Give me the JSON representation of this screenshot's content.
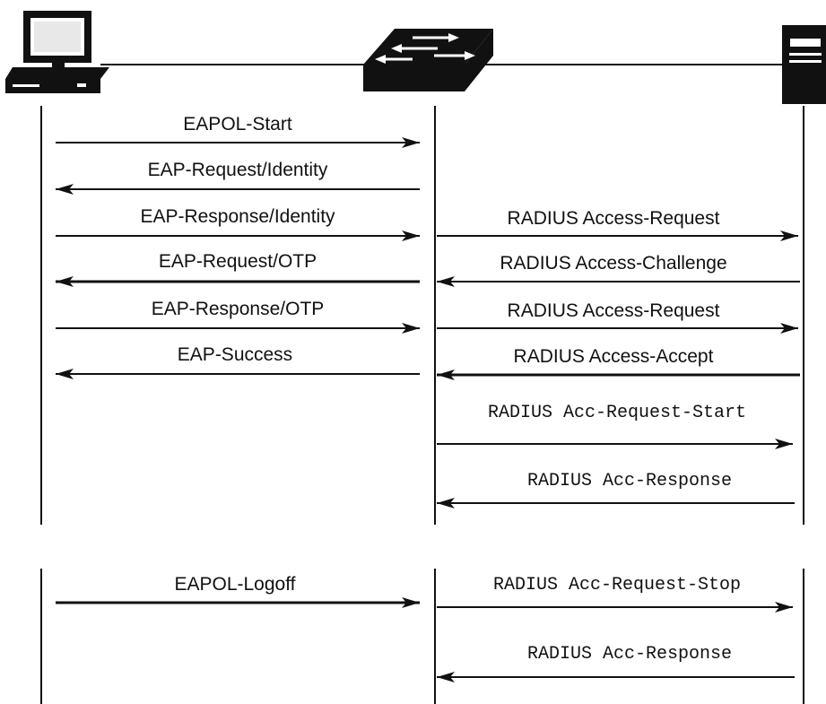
{
  "messages": [
    {
      "id": "eapol-start",
      "label": "EAPOL-Start",
      "from": "supplicant",
      "to": "authenticator",
      "font": "sans"
    },
    {
      "id": "eap-request-identity",
      "label": "EAP-Request/Identity",
      "from": "authenticator",
      "to": "supplicant",
      "font": "sans"
    },
    {
      "id": "eap-response-identity",
      "label": "EAP-Response/Identity",
      "from": "supplicant",
      "to": "authenticator",
      "font": "sans"
    },
    {
      "id": "radius-access-request-1",
      "label": "RADIUS Access-Request",
      "from": "authenticator",
      "to": "server",
      "font": "sans"
    },
    {
      "id": "eap-request-otp",
      "label": "EAP-Request/OTP",
      "from": "authenticator",
      "to": "supplicant",
      "font": "sans"
    },
    {
      "id": "radius-access-challenge",
      "label": "RADIUS Access-Challenge",
      "from": "server",
      "to": "authenticator",
      "font": "sans"
    },
    {
      "id": "eap-response-otp",
      "label": "EAP-Response/OTP",
      "from": "supplicant",
      "to": "authenticator",
      "font": "sans"
    },
    {
      "id": "radius-access-request-2",
      "label": "RADIUS Access-Request",
      "from": "authenticator",
      "to": "server",
      "font": "sans"
    },
    {
      "id": "eap-success",
      "label": "EAP-Success",
      "from": "authenticator",
      "to": "supplicant",
      "font": "sans"
    },
    {
      "id": "radius-access-accept",
      "label": "RADIUS Access-Accept",
      "from": "server",
      "to": "authenticator",
      "font": "sans"
    },
    {
      "id": "radius-acc-request-start",
      "label": "RADIUS Acc-Request-Start",
      "from": "authenticator",
      "to": "server",
      "font": "mono"
    },
    {
      "id": "radius-acc-response-1",
      "label": "RADIUS Acc-Response",
      "from": "server",
      "to": "authenticator",
      "font": "mono"
    },
    {
      "id": "eapol-logoff",
      "label": "EAPOL-Logoff",
      "from": "supplicant",
      "to": "authenticator",
      "font": "sans"
    },
    {
      "id": "radius-acc-request-stop",
      "label": "RADIUS Acc-Request-Stop",
      "from": "authenticator",
      "to": "server",
      "font": "mono"
    },
    {
      "id": "radius-acc-response-2",
      "label": "RADIUS Acc-Response",
      "from": "server",
      "to": "authenticator",
      "font": "mono"
    }
  ],
  "icons": {
    "supplicant": "computer-icon",
    "authenticator": "switch-icon",
    "server": "server-icon"
  },
  "colors": {
    "line": "#111111",
    "background": "#ffffff"
  }
}
